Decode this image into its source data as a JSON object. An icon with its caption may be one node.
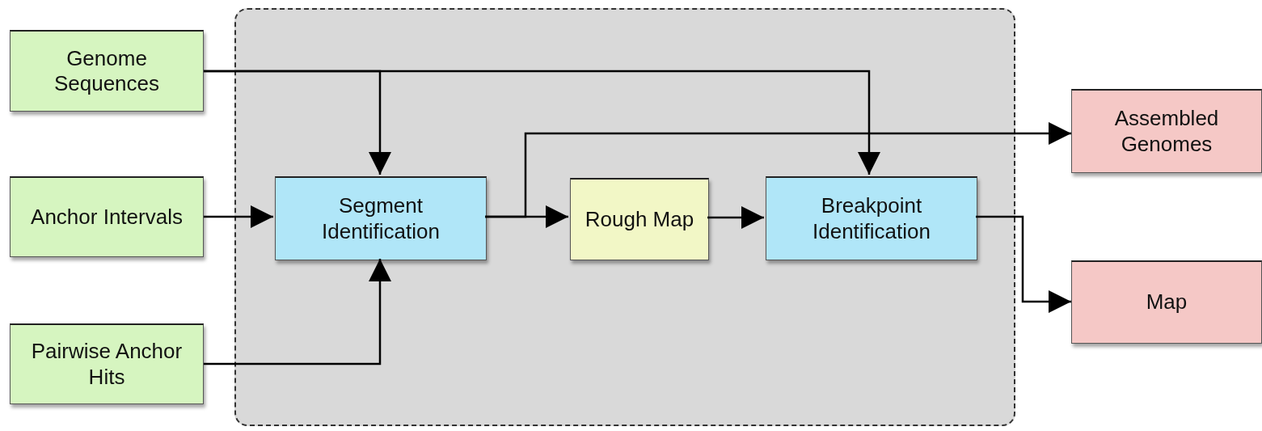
{
  "diagram": {
    "nodes": [
      {
        "text": [
          "Genome Sequences"
        ]
      },
      {
        "text": [],
        "shape": "box"
      },
      {
        "text": [
          "Segment Identification"
        ],
        "in": 1
      },
      {
        "text": [
          "Rough Map"
        ],
        "in": 1
      },
      {
        "text": [
          "Breakpoint Identification"
        ],
        "in": 1
      },
      {
        "text": [
          "Anchor Intervals"
        ]
      },
      {
        "text": [
          "Pairwise Anchor Hits"
        ]
      },
      {
        "text": [
          "Assembled Genomes"
        ]
      },
      {
        "text": [
          "Map"
        ]
      }
    ],
    "edges": [
      {
        "from": 0,
        "to": 2,
        "arrow": "to"
      },
      {
        "from": 0,
        "to": 4,
        "arrow": "to"
      },
      {
        "from": 5,
        "to": 2,
        "arrow": "to"
      },
      {
        "from": 6,
        "to": 2,
        "arrow": "to"
      },
      {
        "from": 2,
        "to": 3,
        "arrow": "to"
      },
      {
        "from": 2,
        "to": 7,
        "arrow": "to"
      },
      {
        "from": 3,
        "to": 4,
        "arrow": "to"
      },
      {
        "from": 4,
        "to": 8,
        "arrow": "to"
      }
    ]
  }
}
